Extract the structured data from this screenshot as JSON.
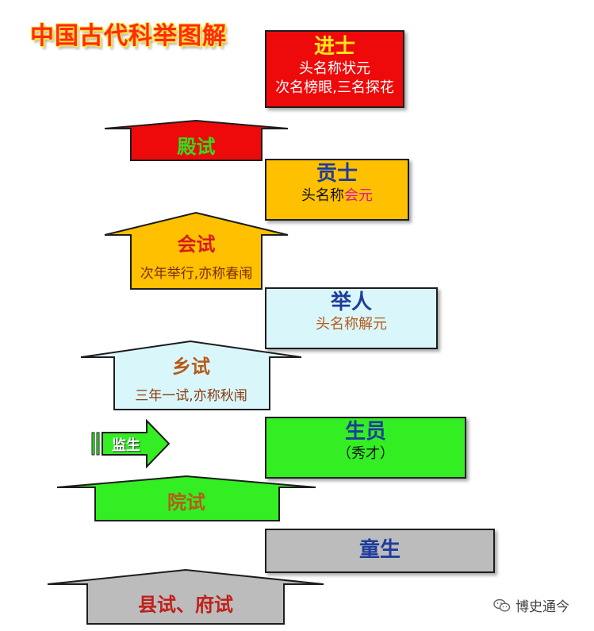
{
  "title": "中国古代科举图解",
  "jinshi": {
    "title": "进士",
    "line1": "头名称状元",
    "line2": "次名榜眼,三名探花"
  },
  "dianshi": {
    "title": "殿试"
  },
  "gongshi": {
    "title": "贡士",
    "prefix": "头名称",
    "highlight": "会元"
  },
  "huishi": {
    "title": "会试",
    "sub": "次年举行,亦称春闱"
  },
  "juren": {
    "title": "举人",
    "sub": "头名称解元"
  },
  "xiangshi": {
    "title": "乡试",
    "sub": "三年一试,亦称秋闱"
  },
  "jiansheng": {
    "title": "监生"
  },
  "shengyuan": {
    "title": "生员",
    "sub": "（秀才）"
  },
  "yuanshi": {
    "title": "院试"
  },
  "tongsheng": {
    "title": "童生"
  },
  "xianshi": {
    "title": "县试、府试"
  },
  "watermark": {
    "text": "博史通今",
    "icon": "wechat-icon"
  },
  "colors": {
    "red": "#ee0a0a",
    "orange": "#ffc000",
    "lightblue": "#d9f7fb",
    "green": "#33ee22",
    "gray": "#bcbcbc",
    "tan": "#b85a1a"
  }
}
